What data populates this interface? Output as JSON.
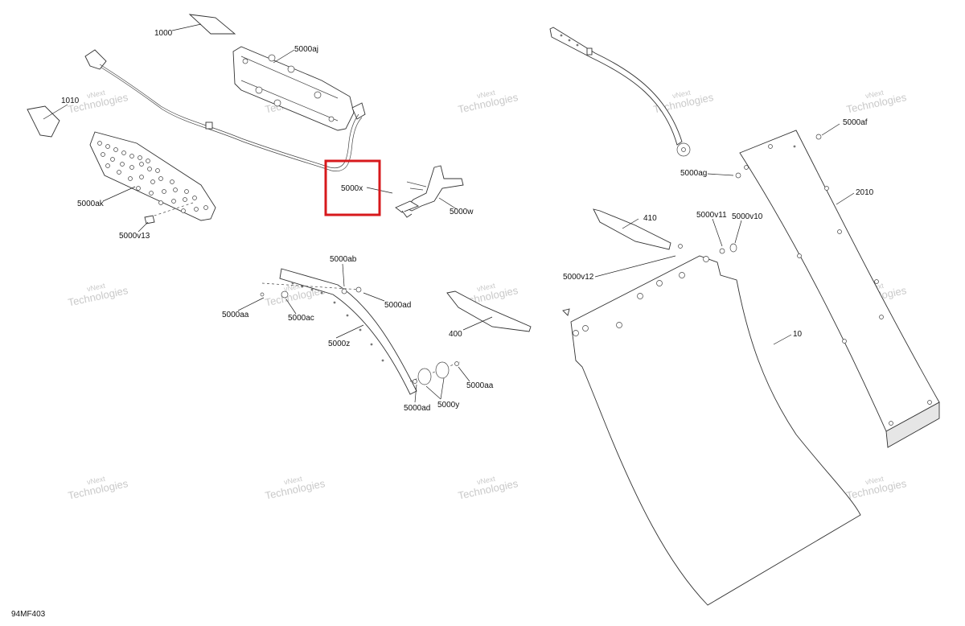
{
  "diagram": {
    "id": "94MF403",
    "watermark_line1": "vNext",
    "watermark_line2": "Technologies",
    "highlight_color": "#d7191c",
    "callouts": {
      "c1000": "1000",
      "c1010": "1010",
      "c5000aj": "5000aj",
      "c5000ak": "5000ak",
      "c5000v13": "5000v13",
      "c5000x": "5000x",
      "c5000w": "5000w",
      "c5000ab": "5000ab",
      "c5000ad_top": "5000ad",
      "c5000aa_left": "5000aa",
      "c5000ac": "5000ac",
      "c5000z": "5000z",
      "c5000aa_right": "5000aa",
      "c5000y": "5000y",
      "c5000ad_bottom": "5000ad",
      "c400": "400",
      "c410": "410",
      "c5000v12": "5000v12",
      "c5000v11": "5000v11",
      "c5000v10": "5000v10",
      "c5000ag": "5000ag",
      "c5000af": "5000af",
      "c2010": "2010",
      "c10": "10"
    }
  }
}
